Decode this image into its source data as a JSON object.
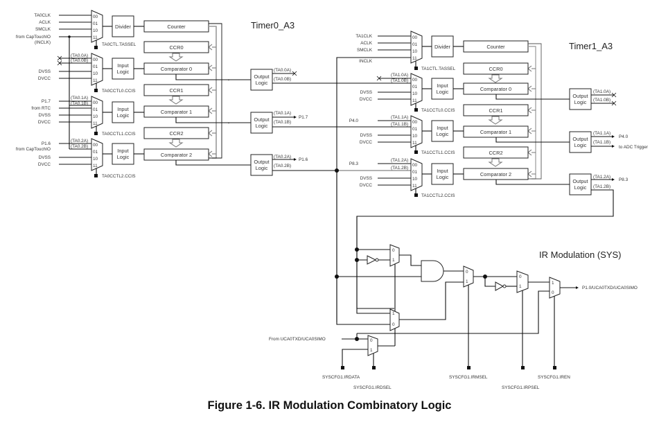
{
  "figure": {
    "caption": "Figure 1-6. IR Modulation Combinatory Logic",
    "section_titles": {
      "timer0": "Timer0_A3",
      "timer1": "Timer1_A3",
      "ir": "IR Modulation (SYS)"
    }
  },
  "timer0": {
    "clock_inputs": [
      "TA0CLK",
      "ACLK",
      "SMCLK",
      "from CapTouchIO",
      "(INCLK)"
    ],
    "clock_select": "TA0CTL.TASSEL",
    "mux_codes": [
      "00",
      "01",
      "10",
      "11"
    ],
    "divider": "Divider",
    "counter": "Counter",
    "channels": [
      {
        "ccr": "CCR0",
        "comparator": "Comparator 0",
        "input_logic": [
          "Input",
          "Logic"
        ],
        "ccis": "TA0CCTL0.CCIS",
        "inputs": [
          "(TA0.0A)",
          "(TA0.0B)",
          "DVSS",
          "DVCC"
        ],
        "output_logic": [
          "Output",
          "Logic"
        ],
        "outputs": [
          "(TA0.0A)",
          "(TA0.0B)"
        ],
        "dest": ""
      },
      {
        "ccr": "CCR1",
        "comparator": "Comparator 1",
        "input_logic": [
          "Input",
          "Logic"
        ],
        "ccis": "TA0CCTL1.CCIS",
        "inputs": [
          "P1.7",
          "from RTC",
          "DVSS",
          "DVCC"
        ],
        "cap_labels": [
          "(TA0.1A)",
          "(TA0.1B)"
        ],
        "output_logic": [
          "Output",
          "Logic"
        ],
        "outputs": [
          "(TA0.1A)",
          "(TA0.1B)"
        ],
        "dest": "P1.7"
      },
      {
        "ccr": "CCR2",
        "comparator": "Comparator 2",
        "input_logic": [
          "Input",
          "Logic"
        ],
        "ccis": "TA0CCTL2.CCIS",
        "inputs": [
          "P1.6",
          "from CapTouchIO",
          "DVSS",
          "DVCC"
        ],
        "cap_labels": [
          "(TA0.2A)",
          "(TA0.2B)"
        ],
        "output_logic": [
          "Output",
          "Logic"
        ],
        "outputs": [
          "(TA0.2A)",
          "(TA0.2B)"
        ],
        "dest": "P1.6"
      }
    ]
  },
  "timer1": {
    "clock_inputs": [
      "TA1CLK",
      "ACLK",
      "SMCLK",
      "INCLK"
    ],
    "clock_select": "TA1CTL.TASSEL",
    "mux_codes": [
      "00",
      "01",
      "10",
      "11"
    ],
    "divider": "Divider",
    "counter": "Counter",
    "channels": [
      {
        "ccr": "CCR0",
        "comparator": "Comparator 0",
        "input_logic": [
          "Input",
          "Logic"
        ],
        "ccis": "TA1CCTL0.CCIS",
        "inputs": [
          "",
          "",
          "DVSS",
          "DVCC"
        ],
        "cap_labels": [
          "(TA1.0A)",
          "(TA1.0B)"
        ],
        "output_logic": [
          "Output",
          "Logic"
        ],
        "outputs": [
          "(TA1.0A)",
          "(TA1.0B)"
        ],
        "dest": ""
      },
      {
        "ccr": "CCR1",
        "comparator": "Comparator 1",
        "input_logic": [
          "Input",
          "Logic"
        ],
        "ccis": "TA1CCTL1.CCIS",
        "inputs": [
          "P4.0",
          "",
          "DVSS",
          "DVCC"
        ],
        "cap_labels": [
          "(TA1.1A)",
          "(TA1.1B)"
        ],
        "output_logic": [
          "Output",
          "Logic"
        ],
        "outputs": [
          "(TA1.1A)",
          "(TA1.1B)"
        ],
        "dest": "P4.0",
        "dest2": "to ADC Trigger"
      },
      {
        "ccr": "CCR2",
        "comparator": "Comparator 2",
        "input_logic": [
          "Input",
          "Logic"
        ],
        "ccis": "TA1CCTL2.CCIS",
        "inputs": [
          "P8.3",
          "",
          "DVSS",
          "DVCC"
        ],
        "cap_labels": [
          "(TA1.2A)",
          "(TA1.2B)"
        ],
        "output_logic": [
          "Output",
          "Logic"
        ],
        "outputs": [
          "(TA1.2A)",
          "(TA1.2B)"
        ],
        "dest": "P8.3"
      }
    ]
  },
  "ir": {
    "uart_input": "From UCA0TXD/UCA0SIMO",
    "output_pin": "P1.0/UCA0TXD/UCA0SIMO",
    "mux_labels": {
      "zero": "0",
      "one": "1"
    },
    "controls": [
      "SYSCFG1.IRDATA",
      "SYSCFG1.IRDSEL",
      "SYSCFG1.IRMSEL",
      "SYSCFG1.IRPSEL",
      "SYSCFG1.IREN"
    ]
  }
}
